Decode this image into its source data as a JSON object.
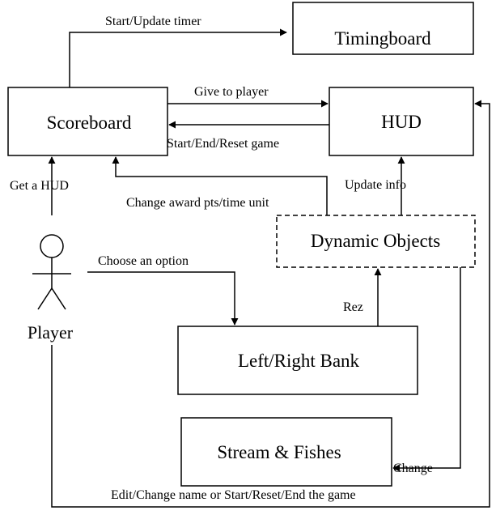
{
  "nodes": {
    "timingboard": "Timingboard",
    "scoreboard": "Scoreboard",
    "hud": "HUD",
    "dynamic_objects": "Dynamic Objects",
    "left_right_bank": "Left/Right Bank",
    "stream_fishes": "Stream & Fishes"
  },
  "actor": {
    "label": "Player"
  },
  "edges": {
    "start_update_timer": "Start/Update timer",
    "give_to_player": "Give to player",
    "start_end_reset_game": "Start/End/Reset game",
    "get_a_hud": "Get a HUD",
    "change_award": "Change award pts/time unit",
    "update_info": "Update info",
    "choose_option": "Choose an option",
    "rez": "Rez",
    "change": "Change",
    "edit_change_name": "Edit/Change name or Start/Reset/End the game"
  }
}
